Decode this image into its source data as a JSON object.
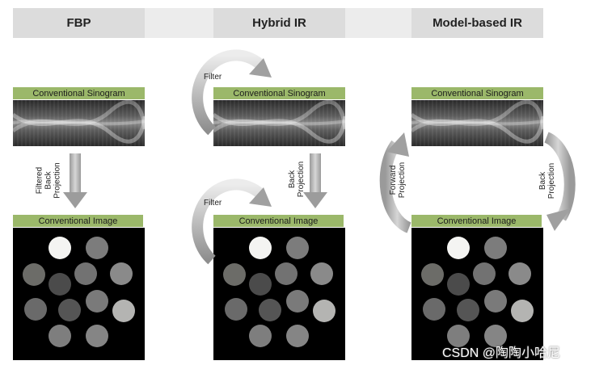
{
  "headers": [
    "FBP",
    "Hybrid IR",
    "Model-based IR"
  ],
  "sinogram_label": "Conventional Sinogram",
  "image_label": "Conventional Image",
  "labels": {
    "filtered_back_projection": [
      "Filtered",
      "Back",
      "Projection"
    ],
    "back_projection": [
      "Back",
      "Projection"
    ],
    "forward_projection": [
      "Forward",
      "Projection"
    ],
    "filter": "Filter"
  },
  "watermark": "CSDN @陶陶小哈尼",
  "colors": {
    "header": "#dcdcdc",
    "green": "#9bb86a",
    "arrow": "#a5a5a5"
  }
}
